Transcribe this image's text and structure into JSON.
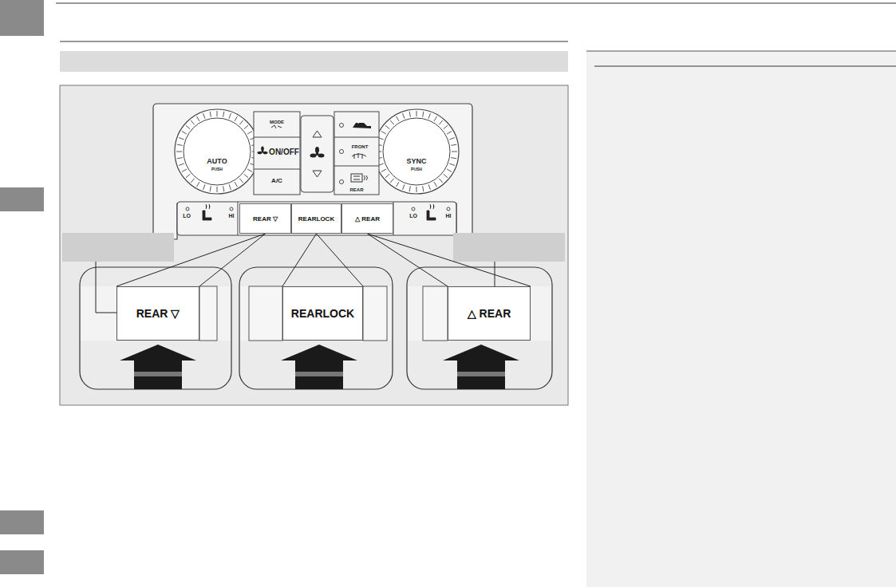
{
  "diagram": {
    "nodes": [
      {
        "text": [
          "REAR ▽"
        ]
      },
      {
        "text": [
          "REARLOCK"
        ]
      },
      {
        "text": [
          "△ REAR"
        ]
      },
      {
        "text": [
          "REAR ▽"
        ]
      },
      {
        "text": [
          "REARLOCK"
        ]
      },
      {
        "text": [
          "△ REAR"
        ]
      }
    ],
    "edges": [
      {
        "from": 0,
        "to": 3,
        "arrow": "none"
      },
      {
        "from": 1,
        "to": 4,
        "arrow": "none"
      },
      {
        "from": 2,
        "to": 5,
        "arrow": "none"
      }
    ],
    "labels": [
      "MODE",
      "ON/OFF",
      "A/C",
      "AUTO",
      "PUSH",
      "SYNC",
      "PUSH",
      "FRONT",
      "REAR",
      "LO",
      "HI",
      "LO",
      "HI"
    ]
  }
}
